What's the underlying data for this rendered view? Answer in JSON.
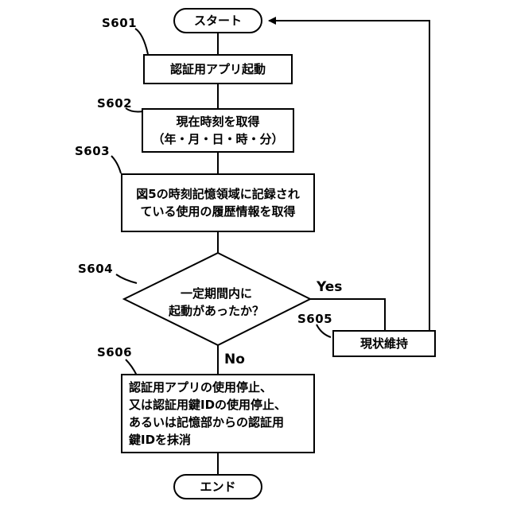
{
  "steps": {
    "start": "スタート",
    "s601": {
      "id": "S601",
      "text": "認証用アプリ起動"
    },
    "s602": {
      "id": "S602",
      "line1": "現在時刻を取得",
      "line2": "（年・月・日・時・分）"
    },
    "s603": {
      "id": "S603",
      "line1": "図5の時刻記憶領域に記録され",
      "line2": "ている使用の履歴情報を取得"
    },
    "s604": {
      "id": "S604",
      "line1": "一定期間内に",
      "line2": "起動があったか？"
    },
    "s605": {
      "id": "S605",
      "text": "現状維持"
    },
    "s606": {
      "id": "S606",
      "line1": "認証用アプリの使用停止、",
      "line2": "又は認証用鍵IDの使用停止、",
      "line3": "あるいは記憶部からの認証用",
      "line4": "鍵IDを抹消"
    },
    "end": "エンド"
  },
  "branches": {
    "yes": "Yes",
    "no": "No"
  }
}
